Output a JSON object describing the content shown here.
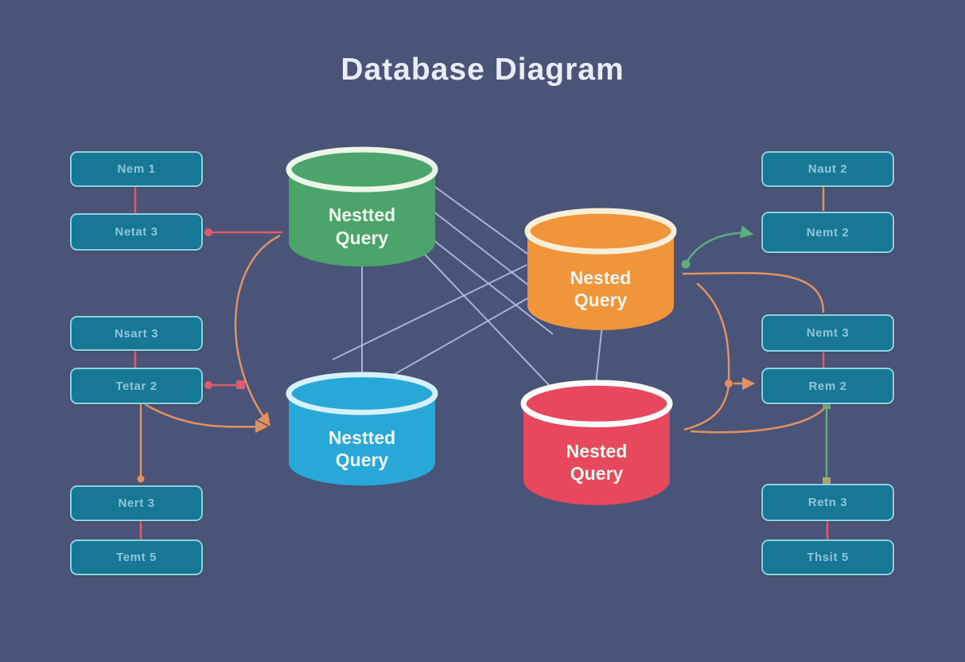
{
  "title": "Database Diagram",
  "boxes": {
    "left": [
      "Nem 1",
      "Netat 3",
      "Nsart 3",
      "Tetar 2",
      "Nert 3",
      "Temt 5"
    ],
    "right": [
      "Naut 2",
      "Nemt 2",
      "Nemt 3",
      "Rem 2",
      "Retn 3",
      "Thsit 5"
    ]
  },
  "cylinders": [
    {
      "id": "green",
      "line1": "Nestted",
      "line2": "Query",
      "color": "#4ba56b"
    },
    {
      "id": "orange",
      "line1": "Nested",
      "line2": "Query",
      "color": "#f0953a"
    },
    {
      "id": "blue",
      "line1": "Nestted",
      "line2": "Query",
      "color": "#28a8d9"
    },
    {
      "id": "red",
      "line1": "Nested",
      "line2": "Query",
      "color": "#e8485e"
    }
  ],
  "colors": {
    "background": "#4a5478",
    "box_fill": "#177896",
    "box_border": "#8ecfe0",
    "box_text": "#8fc5da",
    "connector_red": "#e05a6e",
    "connector_orange": "#e2925e",
    "connector_green": "#5fae7e",
    "mesh_line": "#b7c3e6",
    "title_text": "#e9edf6"
  }
}
